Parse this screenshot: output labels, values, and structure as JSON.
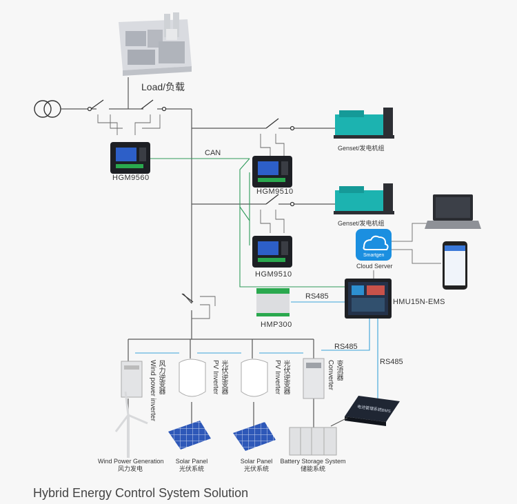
{
  "title": "Hybrid Energy Control System Solution",
  "nodes": {
    "load": "Load/负载",
    "hgm9560": "HGM9560",
    "hgm9510_a": "HGM9510",
    "hgm9510_b": "HGM9510",
    "genset_a": "Genset/发电机组",
    "genset_b": "Genset/发电机组",
    "cloud": "Cloud Server",
    "cloud_brand": "Smartgen",
    "hmu": "HMU15N-EMS",
    "hmp": "HMP300",
    "wind_inverter_cn": "风力逆变器",
    "wind_inverter_en": "Wind power inverter",
    "pv_inverter_a_cn": "光伏逆变器",
    "pv_inverter_a_en": "PV Inverter",
    "pv_inverter_b_cn": "光伏逆变器",
    "pv_inverter_b_en": "PV Inverter",
    "converter_cn": "变流器",
    "converter_en": "Converter",
    "wind_gen_en": "Wind Power Generation",
    "wind_gen_cn": "风力发电",
    "solar_a_en": "Solar Panel",
    "solar_a_cn": "光伏系统",
    "solar_b_en": "Solar Panel",
    "solar_b_cn": "光伏系统",
    "battery_en": "Battery Storage System",
    "battery_cn": "储能系统",
    "bms": "电池管理系统BMS"
  },
  "links": {
    "can": "CAN",
    "rs485_hmp": "RS485",
    "rs485_bus": "RS485",
    "rs485_bms": "RS485"
  },
  "colors": {
    "power_line": "#555555",
    "can_line": "#2f9a5a",
    "rs485_line": "#3aa3d8",
    "genset": "#1cb3b0",
    "controller_screen": "#2d5fc8",
    "cloud": "#1b8fe0",
    "solar_panel": "#2e58b8"
  }
}
